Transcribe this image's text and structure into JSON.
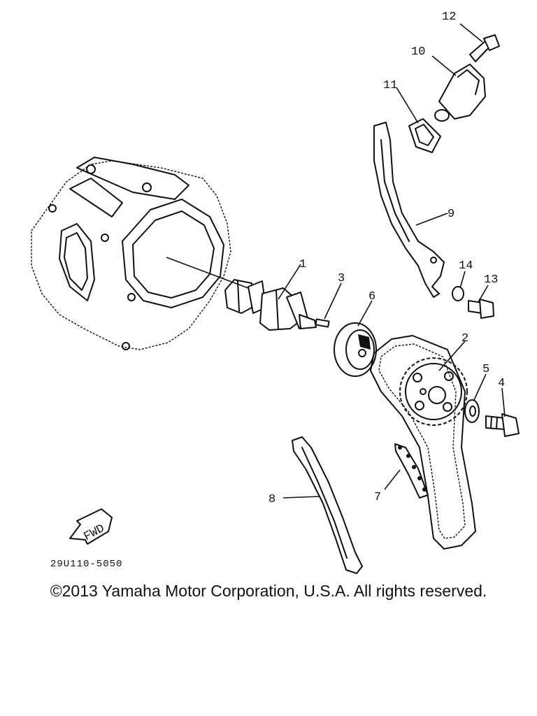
{
  "diagram": {
    "callouts": [
      "1",
      "2",
      "3",
      "4",
      "5",
      "6",
      "7",
      "8",
      "9",
      "10",
      "11",
      "12",
      "13",
      "14"
    ],
    "fwd_label": "FWD",
    "drawing_code": "29U110-5050"
  },
  "copyright": "©2013 Yamaha Motor Corporation, U.S.A. All rights reserved."
}
